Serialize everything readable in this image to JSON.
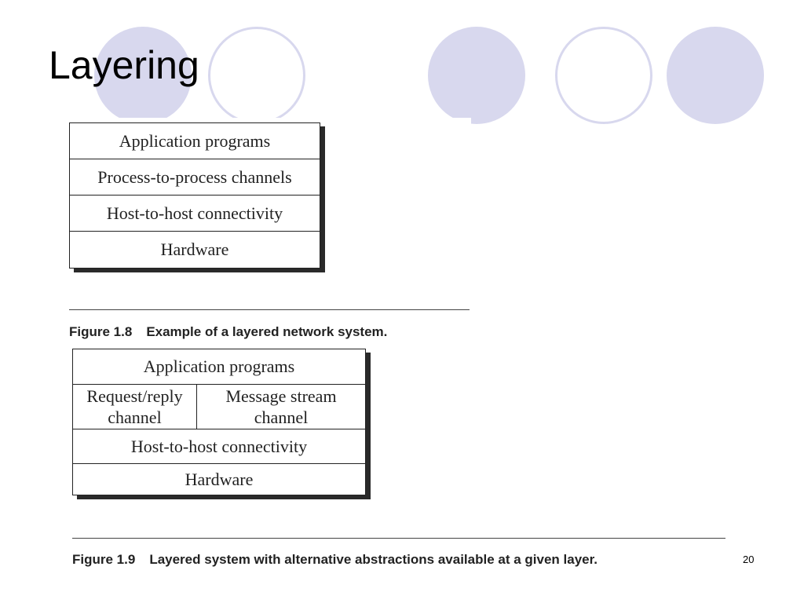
{
  "slide": {
    "title": "Layering",
    "page_number": "20"
  },
  "figure_1_8": {
    "layers": [
      "Application programs",
      "Process-to-process channels",
      "Host-to-host connectivity",
      "Hardware"
    ],
    "caption_number": "Figure 1.8",
    "caption_text": "Example of a layered network system."
  },
  "figure_1_9": {
    "top_layer": "Application programs",
    "channels": {
      "left_line1": "Request/reply",
      "left_line2": "channel",
      "right_line1": "Message stream",
      "right_line2": "channel"
    },
    "host_layer": "Host-to-host connectivity",
    "bottom_layer": "Hardware",
    "caption_number": "Figure 1.9",
    "caption_text": "Layered system with alternative abstractions available at a given layer."
  },
  "colors": {
    "decor_circle": "#d8d8ee",
    "line": "#222222"
  }
}
